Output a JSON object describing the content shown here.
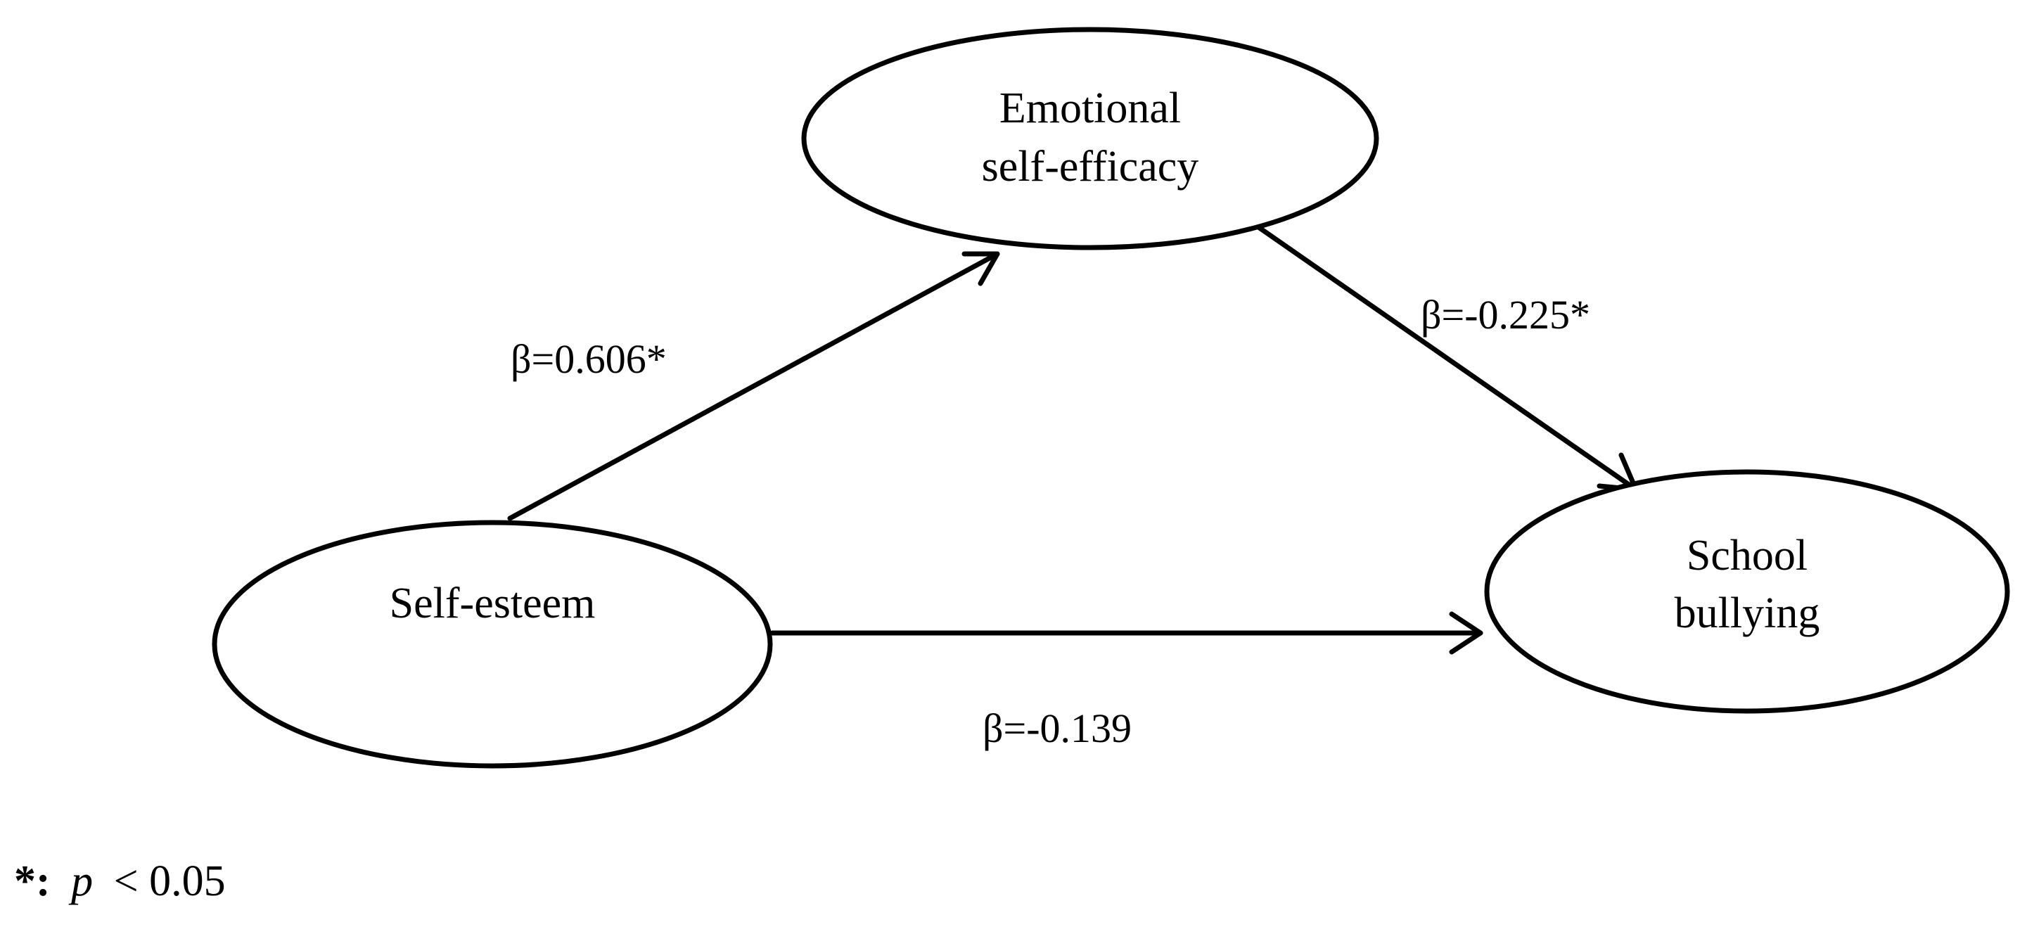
{
  "nodes": {
    "self_esteem": {
      "label": "Self-esteem"
    },
    "emotional_self_efficacy": {
      "line1": "Emotional",
      "line2": "self-efficacy"
    },
    "school_bullying": {
      "line1": "School",
      "line2": "bullying"
    }
  },
  "edges": {
    "self_esteem_to_efficacy": {
      "label": "β=0.606*"
    },
    "efficacy_to_bullying": {
      "label": "β=-0.225*"
    },
    "self_esteem_to_bullying": {
      "label": "β=-0.139"
    }
  },
  "footnote": {
    "marker": "*:",
    "variable": "p",
    "condition": "< 0.05"
  },
  "colors": {
    "stroke": "#000000",
    "background": "#ffffff"
  }
}
